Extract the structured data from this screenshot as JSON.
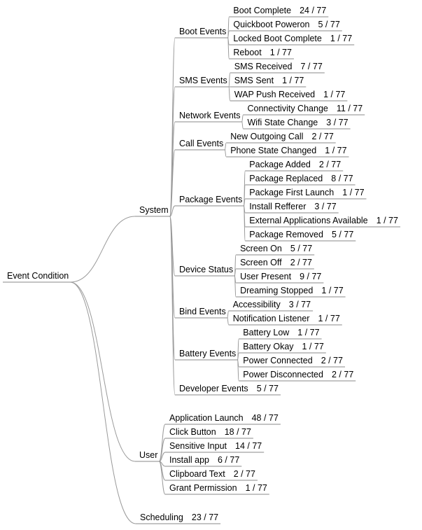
{
  "mindmap": {
    "root": "Event Condition",
    "groups": [
      {
        "label": "System",
        "categories": [
          {
            "label": "Boot Events",
            "items": [
              {
                "name": "Boot Complete",
                "count": "24 / 77"
              },
              {
                "name": "Quickboot Poweron",
                "count": "5 / 77"
              },
              {
                "name": "Locked Boot Complete",
                "count": "1 / 77"
              },
              {
                "name": "Reboot",
                "count": "1 / 77"
              }
            ]
          },
          {
            "label": "SMS Events",
            "items": [
              {
                "name": "SMS Received",
                "count": "7 / 77"
              },
              {
                "name": "SMS Sent",
                "count": "1 / 77"
              },
              {
                "name": "WAP Push Received",
                "count": "1 / 77"
              }
            ]
          },
          {
            "label": "Network Events",
            "items": [
              {
                "name": "Connectivity Change",
                "count": "11 / 77"
              },
              {
                "name": "Wifi State Change",
                "count": "3 / 77"
              }
            ]
          },
          {
            "label": "Call Events",
            "items": [
              {
                "name": "New Outgoing Call",
                "count": "2 / 77"
              },
              {
                "name": "Phone State Changed",
                "count": "1 / 77"
              }
            ]
          },
          {
            "label": "Package Events",
            "items": [
              {
                "name": "Package Added",
                "count": "2 / 77"
              },
              {
                "name": "Package Replaced",
                "count": "8 / 77"
              },
              {
                "name": "Package First Launch",
                "count": "1 / 77"
              },
              {
                "name": "Install Refferer",
                "count": "3 / 77"
              },
              {
                "name": "External Applications Available",
                "count": "1 / 77"
              },
              {
                "name": "Package Removed",
                "count": "5 / 77"
              }
            ]
          },
          {
            "label": "Device Status",
            "items": [
              {
                "name": "Screen On",
                "count": "5 / 77"
              },
              {
                "name": "Screen Off",
                "count": "2 / 77"
              },
              {
                "name": "User Present",
                "count": "9 / 77"
              },
              {
                "name": "Dreaming Stopped",
                "count": "1 / 77"
              }
            ]
          },
          {
            "label": "Bind Events",
            "items": [
              {
                "name": "Accessibility",
                "count": "3 / 77"
              },
              {
                "name": "Notification Listener",
                "count": "1 / 77"
              }
            ]
          },
          {
            "label": "Battery Events",
            "items": [
              {
                "name": "Battery Low",
                "count": "1 / 77"
              },
              {
                "name": "Battery Okay",
                "count": "1 / 77"
              },
              {
                "name": "Power Connected",
                "count": "2 / 77"
              },
              {
                "name": "Power Disconnected",
                "count": "2 / 77"
              }
            ]
          },
          {
            "label": "Developer Events",
            "count": "5 / 77",
            "items": []
          }
        ]
      },
      {
        "label": "User",
        "items": [
          {
            "name": "Application Launch",
            "count": "48 / 77"
          },
          {
            "name": "Click Button",
            "count": "18 / 77"
          },
          {
            "name": "Sensitive Input",
            "count": "14 / 77"
          },
          {
            "name": "Install app",
            "count": "6 / 77"
          },
          {
            "name": "Clipboard Text",
            "count": "2 / 77"
          },
          {
            "name": "Grant Permission",
            "count": "1 / 77"
          }
        ]
      },
      {
        "label": "Scheduling",
        "count": "23 / 77",
        "items": []
      }
    ]
  }
}
